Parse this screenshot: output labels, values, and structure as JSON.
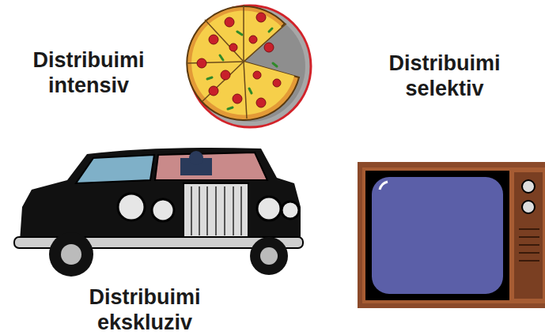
{
  "diagram": {
    "labels": [
      "Distribuimi intensiv",
      "Distribuimi selektiv",
      "Distribuimi ekskluziv"
    ]
  }
}
